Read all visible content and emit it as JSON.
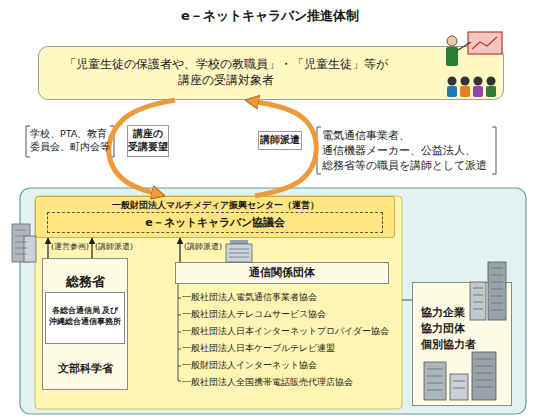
{
  "diagram": {
    "title": "e－ネットキャラバン推進体制",
    "nodes": [
      {
        "text": [
          "「児童生徒の保護者や、学校の教職員」・「児童生徒」等が 講座の受講対象者"
        ]
      },
      {
        "text": [
          "一般財団法人マルチメディア振興センター（運営）"
        ]
      },
      {
        "text": [
          "e－ネットキャラバン協議会"
        ],
        "in": 1
      },
      {
        "text": [
          "総務省",
          "文部科学省"
        ]
      },
      {
        "text": [
          "各総合通信局 及び 沖縄総合通信事務所"
        ],
        "in": 3
      },
      {
        "text": [
          "通信関係団体"
        ]
      },
      {
        "text": [
          "協力企業 協力団体 個別協力者"
        ]
      }
    ],
    "edges": [
      {
        "from": 0,
        "to": 1,
        "arrow": "to",
        "label": "講座の 受講要望"
      },
      {
        "from": 1,
        "to": 0,
        "arrow": "to",
        "label": "講師派遣"
      },
      {
        "from": 3,
        "to": 1,
        "arrow": "to",
        "label": "(運営参画)"
      },
      {
        "from": 3,
        "to": 1,
        "arrow": "to",
        "label": "(講師派遣)"
      },
      {
        "from": 5,
        "to": 1,
        "arrow": "to",
        "label": "(講師派遣)"
      }
    ],
    "labels": [
      "学校、PTA、教育 委員会、町内会等",
      "電気通信事業者、 通信機器メーカー、公益法人、 総務省等の職員を講師として派遣",
      "一般社団法人電気通信事業者協会",
      "一般社団法人テレコムサービス協会",
      "一般社団法人日本インターネットプロバイダー協会",
      "一般社団法人日本ケーブルテレビ連盟",
      "一般財団法人インターネット協会",
      "一般社団法人全国携帯電話販売代理店協会"
    ]
  }
}
